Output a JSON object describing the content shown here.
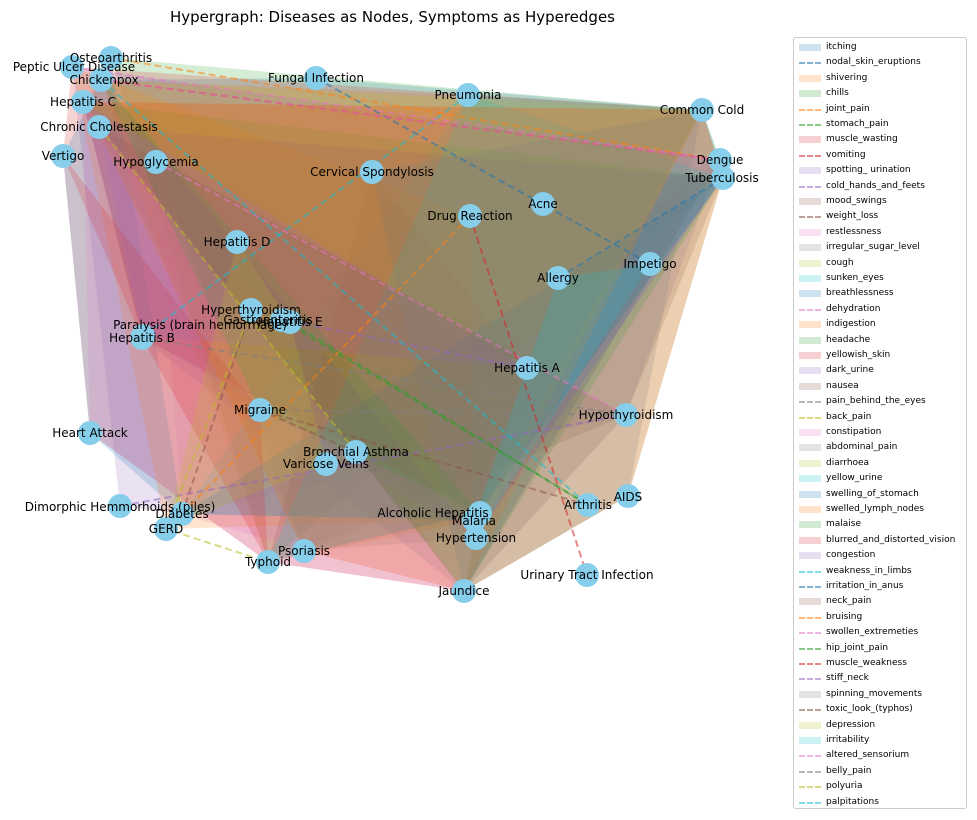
{
  "title": "Hypergraph: Diseases as Nodes, Symptoms as Hyperedges",
  "nodes": [
    {
      "id": "osteo",
      "label": "Osteoarthritis"
    },
    {
      "id": "peptic",
      "label": "Peptic Ulcer Disease"
    },
    {
      "id": "chicken",
      "label": "Chickenpox"
    },
    {
      "id": "fungal",
      "label": "Fungal Infection"
    },
    {
      "id": "pneu",
      "label": "Pneumonia"
    },
    {
      "id": "hepc",
      "label": "Hepatitis C"
    },
    {
      "id": "cold",
      "label": "Common Cold"
    },
    {
      "id": "cholest",
      "label": "Chronic Cholestasis"
    },
    {
      "id": "vertigo",
      "label": "Vertigo"
    },
    {
      "id": "dengue",
      "label": "Dengue"
    },
    {
      "id": "hypogly",
      "label": "Hypoglycemia"
    },
    {
      "id": "tb",
      "label": "Tuberculosis"
    },
    {
      "id": "cervical",
      "label": "Cervical Spondylosis"
    },
    {
      "id": "acne",
      "label": "Acne"
    },
    {
      "id": "drug",
      "label": "Drug Reaction"
    },
    {
      "id": "hepd",
      "label": "Hepatitis D"
    },
    {
      "id": "impetigo",
      "label": "Impetigo"
    },
    {
      "id": "allergy",
      "label": "Allergy"
    },
    {
      "id": "hyperthy",
      "label": "Hyperthyroidism"
    },
    {
      "id": "gastro",
      "label": "Gastroenteritis"
    },
    {
      "id": "hepe",
      "label": "Hepatitis E"
    },
    {
      "id": "paralysis",
      "label": "Paralysis (brain hemorrhage)"
    },
    {
      "id": "hepb",
      "label": "Hepatitis B"
    },
    {
      "id": "hepa",
      "label": "Hepatitis A"
    },
    {
      "id": "migraine",
      "label": "Migraine"
    },
    {
      "id": "hypothy",
      "label": "Hypothyroidism"
    },
    {
      "id": "heart",
      "label": "Heart Attack"
    },
    {
      "id": "asthma",
      "label": "Bronchial Asthma"
    },
    {
      "id": "varicose",
      "label": "Varicose Veins"
    },
    {
      "id": "aids",
      "label": "AIDS"
    },
    {
      "id": "piles",
      "label": "Dimorphic Hemmorhoids (piles)"
    },
    {
      "id": "arthritis",
      "label": "Arthritis"
    },
    {
      "id": "diabetes",
      "label": "Diabetes"
    },
    {
      "id": "alcohol",
      "label": "Alcoholic Hepatitis"
    },
    {
      "id": "malaria",
      "label": "Malaria"
    },
    {
      "id": "gerd",
      "label": "GERD"
    },
    {
      "id": "hypert",
      "label": "Hypertension"
    },
    {
      "id": "psoriasis",
      "label": "Psoriasis"
    },
    {
      "id": "typhoid",
      "label": "Typhoid"
    },
    {
      "id": "uti",
      "label": "Urinary Tract Infection"
    },
    {
      "id": "jaundice",
      "label": "Jaundice"
    }
  ],
  "hyperedges": [
    {
      "label": "itching",
      "color": "#1f77b4",
      "style": "area",
      "members": [
        "fungal",
        "chicken",
        "hepc",
        "cold",
        "dengue",
        "jaundice",
        "hepb",
        "cholest",
        "drug",
        "hepe"
      ]
    },
    {
      "label": "nodal_skin_eruptions",
      "color": "#1f77b4",
      "style": "dashed",
      "members": [
        "fungal",
        "impetigo"
      ]
    },
    {
      "label": "shivering",
      "color": "#ff7f0e",
      "style": "area",
      "members": [
        "chicken",
        "pneu",
        "cold",
        "tb",
        "typhoid",
        "malaria"
      ]
    },
    {
      "label": "chills",
      "color": "#2ca02c",
      "style": "area",
      "members": [
        "osteo",
        "pneu",
        "cold",
        "dengue",
        "tb",
        "typhoid"
      ]
    },
    {
      "label": "joint_pain",
      "color": "#ff7f0e",
      "style": "dashed",
      "members": [
        "osteo",
        "dengue"
      ]
    },
    {
      "label": "stomach_pain",
      "color": "#2ca02c",
      "style": "dashed",
      "members": [
        "gastro",
        "arthritis"
      ]
    },
    {
      "label": "muscle_wasting",
      "color": "#d62728",
      "style": "area",
      "members": [
        "peptic",
        "cold",
        "tb",
        "aids",
        "jaundice",
        "typhoid",
        "heart",
        "vertigo"
      ]
    },
    {
      "label": "vomiting",
      "color": "#d62728",
      "style": "dashed",
      "members": [
        "chicken",
        "dengue"
      ]
    },
    {
      "label": "spotting_ urination",
      "color": "#9467bd",
      "style": "area",
      "members": [
        "peptic",
        "dengue",
        "hypothy",
        "piles",
        "diabetes"
      ]
    },
    {
      "label": "cold_hands_and_feets",
      "color": "#9467bd",
      "style": "dashed",
      "members": [
        "hypothy",
        "piles"
      ]
    },
    {
      "label": "mood_swings",
      "color": "#8c564b",
      "style": "area",
      "members": [
        "cholest",
        "tb",
        "hypothy",
        "psoriasis"
      ]
    },
    {
      "label": "weight_loss",
      "color": "#8c564b",
      "style": "dashed",
      "members": [
        "hyperthy",
        "diabetes"
      ]
    },
    {
      "label": "restlessness",
      "color": "#e377c2",
      "style": "area",
      "members": [
        "hypogly",
        "jaundice",
        "diabetes",
        "psoriasis"
      ]
    },
    {
      "label": "irregular_sugar_level",
      "color": "#7f7f7f",
      "style": "area",
      "members": [
        "hypogly",
        "tb",
        "hypert",
        "psoriasis"
      ]
    },
    {
      "label": "cough",
      "color": "#bcbd22",
      "style": "area",
      "members": [
        "tb",
        "aids",
        "jaundice",
        "hypert"
      ]
    },
    {
      "label": "sunken_eyes",
      "color": "#17becf",
      "style": "area",
      "members": [
        "pneu",
        "tb",
        "malaria",
        "diabetes"
      ]
    },
    {
      "label": "breathlessness",
      "color": "#1f77b4",
      "style": "area",
      "members": [
        "osteo",
        "heart",
        "diabetes",
        "vertigo"
      ]
    },
    {
      "label": "dehydration",
      "color": "#e377c2",
      "style": "dashed",
      "members": [
        "hypogly",
        "hypothy"
      ]
    },
    {
      "label": "indigestion",
      "color": "#ff7f0e",
      "style": "area",
      "members": [
        "peptic",
        "drug",
        "malaria",
        "gerd"
      ]
    },
    {
      "label": "headache",
      "color": "#2ca02c",
      "style": "area",
      "members": [
        "hepc",
        "tb",
        "jaundice",
        "hepd"
      ]
    },
    {
      "label": "yellowish_skin",
      "color": "#d62728",
      "style": "area",
      "members": [
        "hepc",
        "cold",
        "alcohol",
        "hepb"
      ]
    },
    {
      "label": "dark_urine",
      "color": "#9467bd",
      "style": "area",
      "members": [
        "cholest",
        "tb",
        "hypert",
        "paralysis"
      ]
    },
    {
      "label": "nausea",
      "color": "#8c564b",
      "style": "area",
      "members": [
        "cervical",
        "hepa",
        "alcohol",
        "typhoid"
      ]
    },
    {
      "label": "pain_behind_the_eyes",
      "color": "#7f7f7f",
      "style": "dashed",
      "members": [
        "migraine",
        "hypothy"
      ]
    },
    {
      "label": "back_pain",
      "color": "#bcbd22",
      "style": "dashed",
      "members": [
        "hyperthy",
        "gerd",
        "typhoid"
      ]
    },
    {
      "label": "constipation",
      "color": "#e377c2",
      "style": "area",
      "members": [
        "hepc",
        "heart",
        "typhoid",
        "jaundice"
      ]
    },
    {
      "label": "abdominal_pain",
      "color": "#7f7f7f",
      "style": "area",
      "members": [
        "dengue",
        "allergy",
        "alcohol",
        "jaundice"
      ]
    },
    {
      "label": "diarrhoea",
      "color": "#bcbd22",
      "style": "area",
      "members": [
        "chicken",
        "cold",
        "malaria",
        "hypert"
      ]
    },
    {
      "label": "yellow_urine",
      "color": "#17becf",
      "style": "area",
      "members": [
        "pneu",
        "cold",
        "alcohol",
        "typhoid"
      ]
    },
    {
      "label": "swelling_of_stomach",
      "color": "#1f77b4",
      "style": "area",
      "members": [
        "tb",
        "impetigo",
        "malaria",
        "diabetes"
      ]
    },
    {
      "label": "swelled_lymph_nodes",
      "color": "#ff7f0e",
      "style": "area",
      "members": [
        "hepc",
        "cold",
        "psoriasis",
        "jaundice"
      ]
    },
    {
      "label": "malaise",
      "color": "#2ca02c",
      "style": "area",
      "members": [
        "chicken",
        "hypogly",
        "alcohol",
        "migraine"
      ]
    },
    {
      "label": "blurred_and_distorted_vision",
      "color": "#d62728",
      "style": "area",
      "members": [
        "vertigo",
        "hepb",
        "migraine",
        "typhoid"
      ]
    },
    {
      "label": "congestion",
      "color": "#9467bd",
      "style": "area",
      "members": [
        "hepc",
        "paralysis",
        "hepe",
        "hepa"
      ]
    },
    {
      "label": "weakness_in_limbs",
      "color": "#17becf",
      "style": "dashed",
      "members": [
        "pneu",
        "paralysis"
      ]
    },
    {
      "label": "irritation_in_anus",
      "color": "#1f77b4",
      "style": "dashed",
      "members": [
        "allergy",
        "tb"
      ]
    },
    {
      "label": "neck_pain",
      "color": "#8c564b",
      "style": "area",
      "members": [
        "cholest",
        "hypothy",
        "jaundice",
        "hypert"
      ]
    },
    {
      "label": "bruising",
      "color": "#ff7f0e",
      "style": "dashed",
      "members": [
        "drug",
        "diabetes"
      ]
    },
    {
      "label": "swollen_extremeties",
      "color": "#e377c2",
      "style": "dashed",
      "members": [
        "chicken",
        "dengue"
      ]
    },
    {
      "label": "hip_joint_pain",
      "color": "#2ca02c",
      "style": "dashed",
      "members": [
        "hepe",
        "arthritis"
      ]
    },
    {
      "label": "muscle_weakness",
      "color": "#d62728",
      "style": "dashed",
      "members": [
        "drug",
        "uti"
      ]
    },
    {
      "label": "stiff_neck",
      "color": "#9467bd",
      "style": "dashed",
      "members": [
        "gastro",
        "hepa"
      ]
    },
    {
      "label": "spinning_movements",
      "color": "#7f7f7f",
      "style": "area",
      "members": [
        "cervical",
        "cold",
        "aids",
        "jaundice"
      ]
    },
    {
      "label": "toxic_look_(typhos)",
      "color": "#8c564b",
      "style": "dashed",
      "members": [
        "asthma",
        "migraine",
        "arthritis"
      ]
    },
    {
      "label": "depression",
      "color": "#bcbd22",
      "style": "area",
      "members": [
        "hepd",
        "hepe",
        "varicose",
        "gerd"
      ]
    },
    {
      "label": "irritability",
      "color": "#17becf",
      "style": "area",
      "members": [
        "allergy",
        "impetigo",
        "hypert",
        "malaria"
      ]
    },
    {
      "label": "altered_sensorium",
      "color": "#e377c2",
      "style": "dashed",
      "members": [
        "peptic",
        "dengue"
      ]
    },
    {
      "label": "belly_pain",
      "color": "#7f7f7f",
      "style": "dashed",
      "members": [
        "hepb",
        "hypothy"
      ]
    },
    {
      "label": "polyuria",
      "color": "#bcbd22",
      "style": "dashed",
      "members": [
        "cholest",
        "asthma"
      ]
    },
    {
      "label": "palpitations",
      "color": "#17becf",
      "style": "dashed",
      "members": [
        "chicken",
        "arthritis"
      ]
    }
  ]
}
